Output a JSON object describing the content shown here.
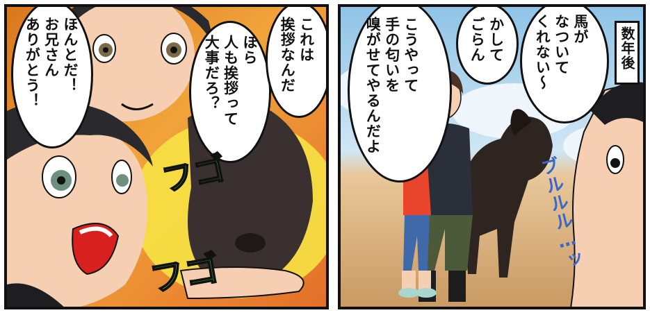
{
  "panel_left": {
    "bubble_boy": "ほんとだ！\nお兄さん\nありがとう！",
    "bubble_man_1": "ほら\n人も挨拶って\n大事だろ？",
    "bubble_man_2": "これは\n挨拶なんだ",
    "sfx_top": "フゴ",
    "sfx_bottom": "フゴ"
  },
  "panel_right": {
    "caption": "数年後",
    "bubble_1": "馬が\nなついて\nくれない〜",
    "bubble_2": "かして\nごらん",
    "bubble_3": "こうやって\n手の匂いを\n嗅がせてやるんだよ",
    "sfx": "ブルルル…ッ"
  },
  "colors": {
    "skin": "#f6cfb3",
    "hair": "#2a2a2e",
    "horse": "#3a3030",
    "sfx_green": "#3fa535",
    "red_shirt": "#e8452c",
    "sfx_blue": "#3a67c8"
  }
}
